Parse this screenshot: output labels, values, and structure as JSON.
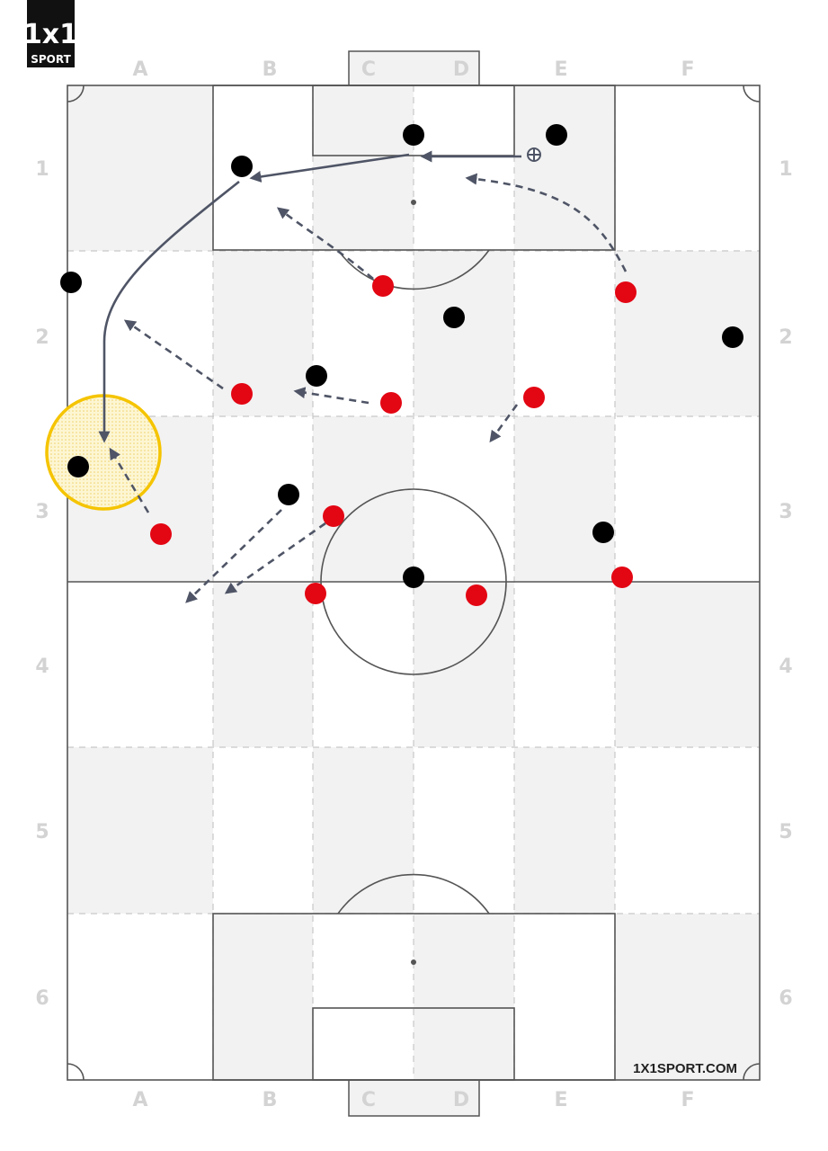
{
  "logo": {
    "mark": "1x1",
    "word": "SPORT"
  },
  "watermark": "1X1SPORT.COM",
  "columns": [
    "A",
    "B",
    "C",
    "D",
    "E",
    "F"
  ],
  "rows": [
    "1",
    "2",
    "3",
    "4",
    "5",
    "6"
  ],
  "colors": {
    "team_red": "#e30613",
    "team_black": "#000000",
    "arrow": "#4f5566",
    "highlight": "#f5c400",
    "line": "#555555",
    "shade": "#f2f2f2",
    "label": "#d3d3d3"
  },
  "icons": [
    "ball-icon"
  ]
}
